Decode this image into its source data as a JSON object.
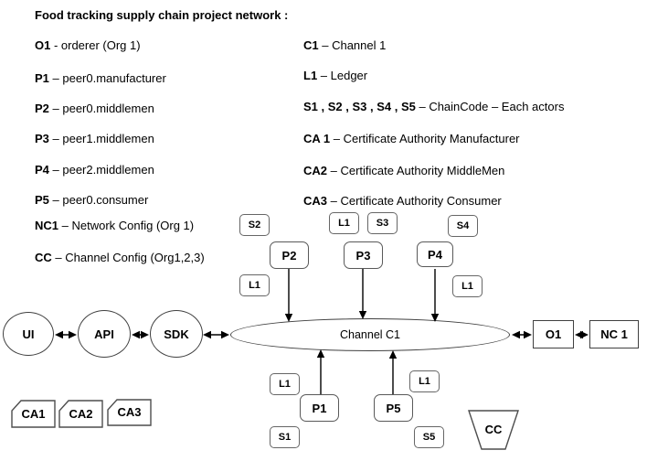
{
  "title": "Food tracking supply chain project network :",
  "legend": {
    "left": [
      {
        "term": "O1",
        "rest": " - orderer (Org 1)"
      },
      {
        "term": "P1",
        "rest": " – peer0.manufacturer"
      },
      {
        "term": "P2",
        "rest": " – peer0.middlemen"
      },
      {
        "term": "P3",
        "rest": " – peer1.middlemen"
      },
      {
        "term": "P4",
        "rest": " – peer2.middlemen"
      },
      {
        "term": "P5",
        "rest": " – peer0.consumer"
      },
      {
        "term": "NC1",
        "rest": " – Network Config (Org 1)"
      },
      {
        "term": "CC",
        "rest": " – Channel Config (Org1,2,3)"
      }
    ],
    "right": [
      {
        "term": "C1",
        "rest": " – Channel 1"
      },
      {
        "term": "L1",
        "rest": " – Ledger"
      },
      {
        "term": "S1 , S2 , S3 , S4 , S5",
        "rest": " – ChainCode – Each actors"
      },
      {
        "term": "CA 1",
        "rest": " – Certificate Authority Manufacturer"
      },
      {
        "term": "CA2",
        "rest": " – Certificate Authority MiddleMen"
      },
      {
        "term": "CA3",
        "rest": " – Certificate Authority Consumer"
      }
    ]
  },
  "diagram": {
    "ui": "UI",
    "api": "API",
    "sdk": "SDK",
    "channel": "Channel C1",
    "o1": "O1",
    "nc1": "NC 1",
    "p1": "P1",
    "p2": "P2",
    "p3": "P3",
    "p4": "P4",
    "p5": "P5",
    "l1": "L1",
    "s1": "S1",
    "s2": "S2",
    "s3": "S3",
    "s4": "S4",
    "s5": "S5",
    "ca1": "CA1",
    "ca2": "CA2",
    "ca3": "CA3",
    "cc": "CC"
  },
  "colors": {
    "background": "#ffffff",
    "shape_border": "#4d4d4d",
    "badge_border": "#666666",
    "arrow": "#000000",
    "text": "#000000"
  }
}
